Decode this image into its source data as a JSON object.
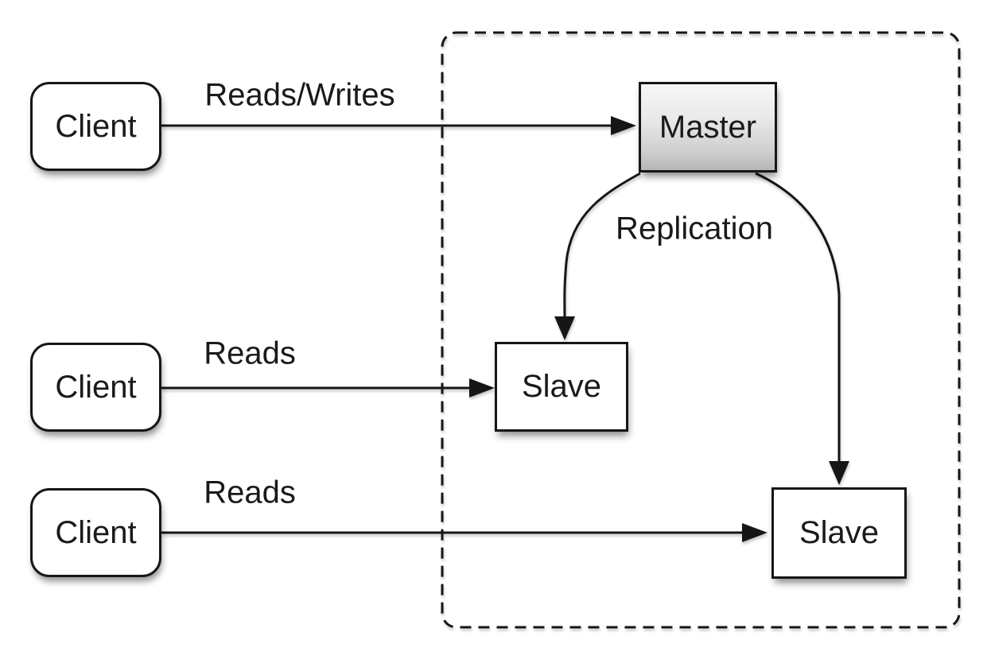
{
  "diagram_type": "master-slave-replication-architecture",
  "colors": {
    "background": "#ffffff",
    "stroke": "#1a1a1a",
    "text": "#1a1a1a",
    "node_fill": "#ffffff",
    "master_gradient_top": "#f7f7f7",
    "master_gradient_bottom": "#b5b5b5"
  },
  "nodes": {
    "client1": {
      "label": "Client",
      "shape": "rounded-rect"
    },
    "client2": {
      "label": "Client",
      "shape": "rounded-rect"
    },
    "client3": {
      "label": "Client",
      "shape": "rounded-rect"
    },
    "master": {
      "label": "Master",
      "shape": "rect"
    },
    "slave1": {
      "label": "Slave",
      "shape": "rect"
    },
    "slave2": {
      "label": "Slave",
      "shape": "rect"
    }
  },
  "edges": {
    "client1_to_master": {
      "label": "Reads/Writes",
      "from": "client1",
      "to": "master"
    },
    "client2_to_slave1": {
      "label": "Reads",
      "from": "client2",
      "to": "slave1"
    },
    "client3_to_slave2": {
      "label": "Reads",
      "from": "client3",
      "to": "slave2"
    },
    "master_to_slave1": {
      "label": "",
      "from": "master",
      "to": "slave1"
    },
    "master_to_slave2": {
      "label": "",
      "from": "master",
      "to": "slave2"
    },
    "replication_label": {
      "label": "Replication"
    }
  },
  "cluster": {
    "style": "dashed-rounded-rect",
    "contains": [
      "master",
      "slave1",
      "slave2"
    ]
  }
}
